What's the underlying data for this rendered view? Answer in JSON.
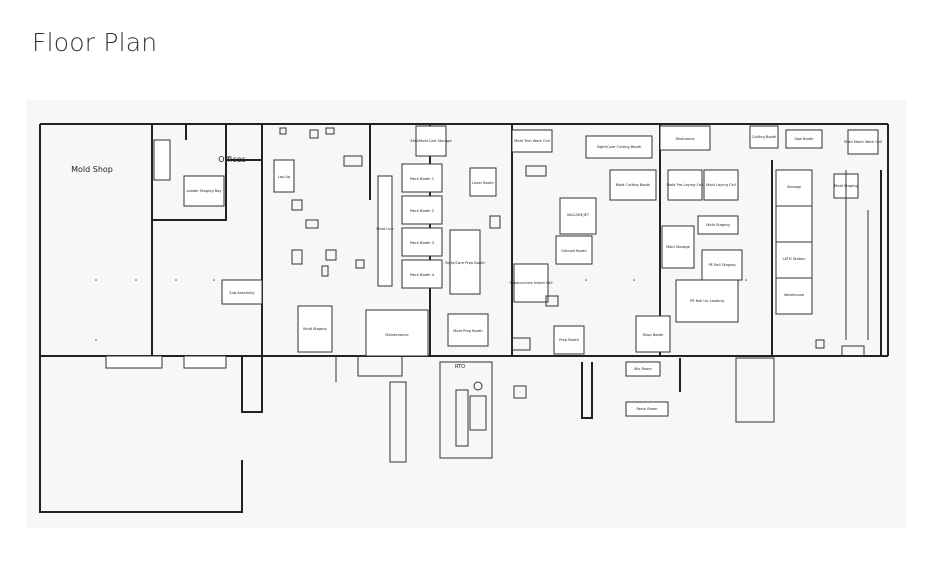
{
  "page": {
    "title": "Floor Plan"
  },
  "labels": {
    "mold_shop": "Mold Shop",
    "offices": "Offices",
    "rto": "RTO",
    "paint_booth_1": "Paint Booth 1",
    "paint_booth_2": "Paint Booth 2",
    "paint_booth_3": "Paint Booth 3",
    "paint_booth_4": "Paint Booth 4",
    "sub_assembly_mold": "Sub-Assembly",
    "loader_staging": "Loader Staging Bay",
    "mold_staging": "Mold Staging",
    "maintenance": "Maintenance",
    "mold_prep_booth": "Mold Prep Booth",
    "sight_core_prep": "Sight/Core Prep Booth",
    "laser_booth": "Laser Booth",
    "vacuum_jet": "VACUUM/JET",
    "gelcoat_booth": "Gelcoat Booth",
    "substructure_install": "Substructure Install Cell",
    "prep_booth": "Prep Booth",
    "shop_booth": "Shop Booth",
    "restrooms": "Restrooms",
    "cutting_booth": "Cutting Booth",
    "saw_booth": "Saw Booth",
    "mold_maint_work_cell": "Mold Maint Work Cell",
    "mold_staging_right": "Mold Staging",
    "pe_roll_staging": "PE Roll Staging",
    "pe_roll_unloading": "PE Roll Un-Loading",
    "lathe_station": "LATH Station",
    "mold_laying": "Mold Laying Cell",
    "mold_storage": "Mold Storage",
    "sight_core_cutting": "Sight/Core Cutting Booth",
    "mold_cutting_booth": "Mold Cutting Booth",
    "mold_pre_laying": "Mold Pre-Laying Cell",
    "mold_staging_small": "Mold Staging",
    "skid_storage": "Skid/Mold Cart Storage",
    "mold_trim_cell": "Mold Trim Work Cell",
    "mold_line": "Mold Line",
    "mix_room": "Mix Room",
    "resin_room": "Resin Room",
    "layup": "Lay-Up",
    "warehouse": "Warehouse",
    "storage": "Storage"
  }
}
